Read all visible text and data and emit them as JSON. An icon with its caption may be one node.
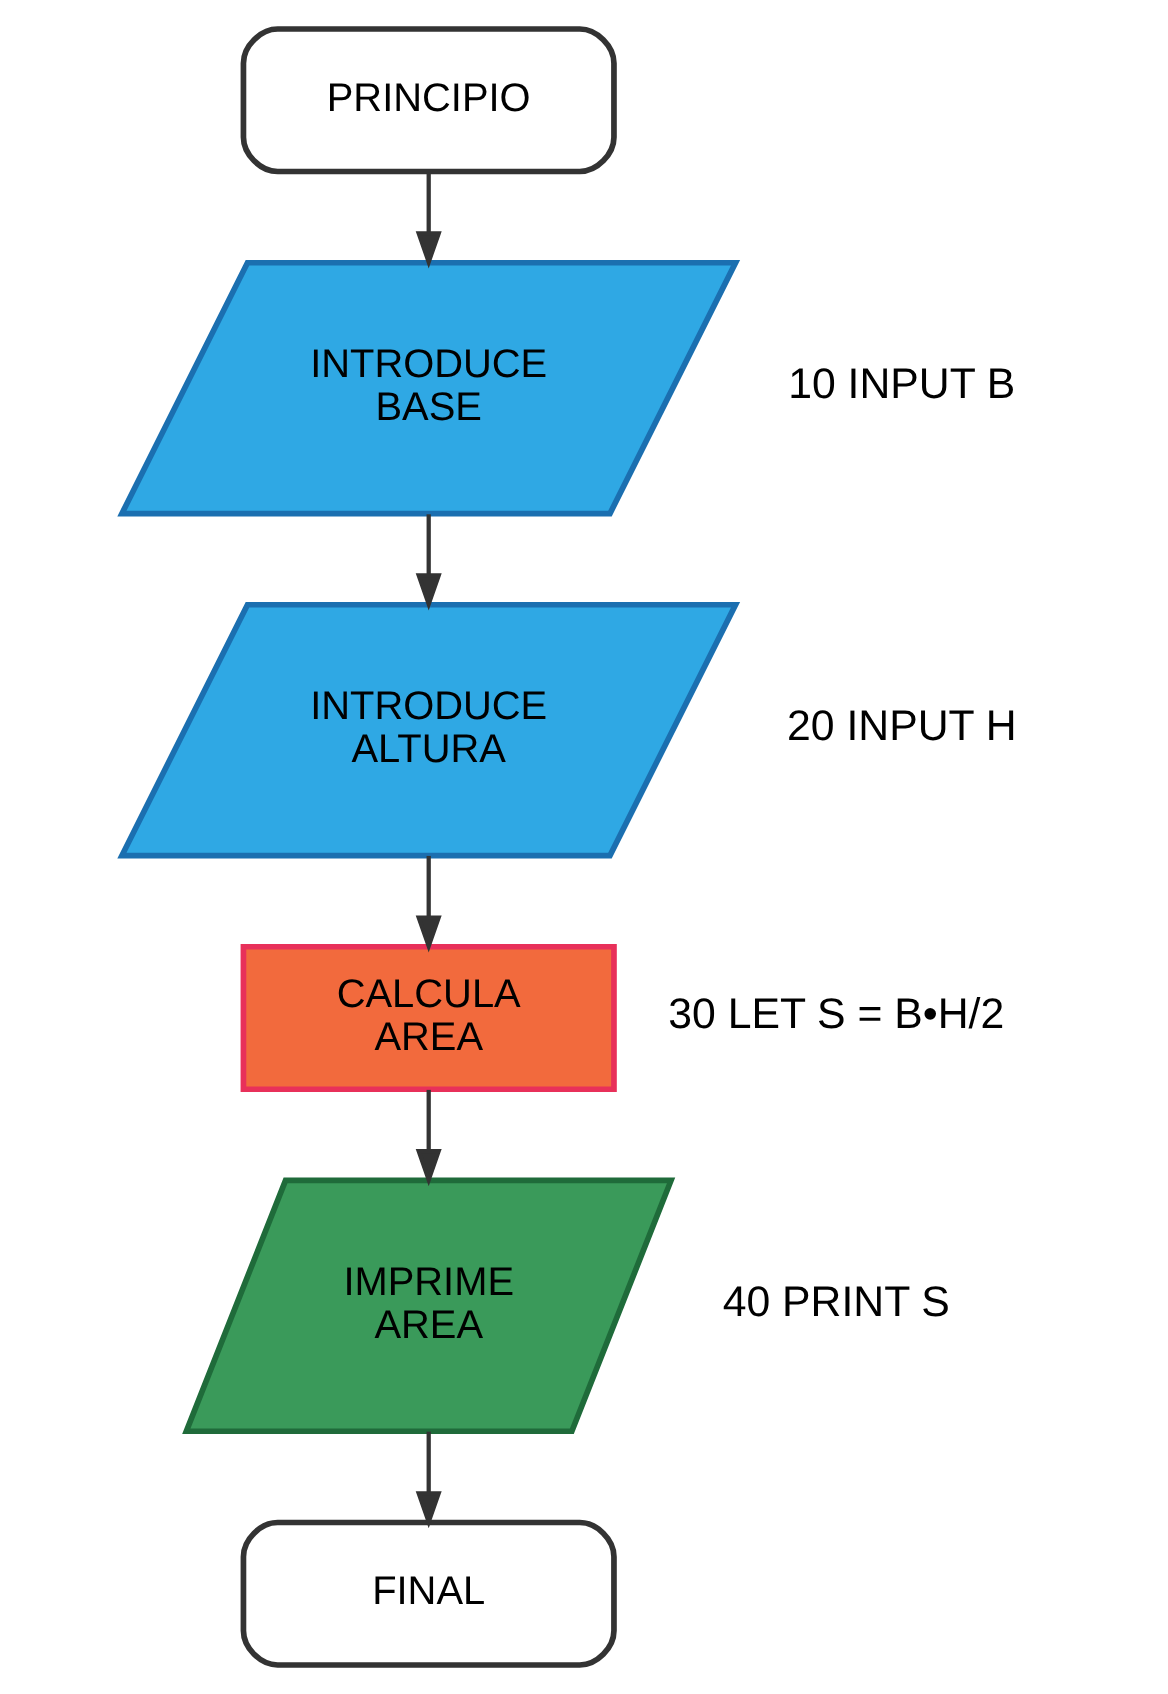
{
  "diagram": {
    "nodes": [
      {
        "text": [
          "PRINCIPIO"
        ]
      },
      {
        "text": [
          "INTRODUCE BASE"
        ],
        "beside": [
          "10 INPUT B"
        ]
      },
      {
        "text": [
          "INTRODUCE ALTURA"
        ],
        "beside": [
          "20 INPUT H"
        ]
      },
      {
        "text": [
          "CALCULA AREA"
        ],
        "beside": [
          "30 LET S = B•H/2"
        ]
      },
      {
        "text": [
          "IMPRIME AREA"
        ],
        "beside": [
          "40 PRINT S"
        ]
      },
      {
        "text": [
          "FINAL"
        ]
      }
    ],
    "edges": [
      {
        "from": 0,
        "to": 1,
        "arrow": "to"
      },
      {
        "from": 1,
        "to": 2,
        "arrow": "to"
      },
      {
        "from": 2,
        "to": 3,
        "arrow": "to"
      },
      {
        "from": 3,
        "to": 4,
        "arrow": "to"
      },
      {
        "from": 4,
        "to": 5,
        "arrow": "to"
      }
    ]
  }
}
